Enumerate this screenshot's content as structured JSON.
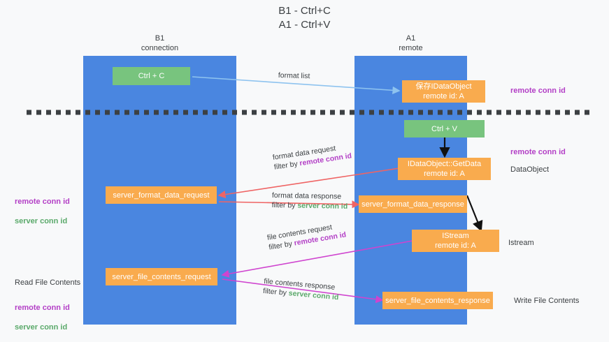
{
  "title": "B1 - Ctrl+C\nA1 - Ctrl+V",
  "lanes": [
    {
      "id": "b1",
      "header": "B1\nconnection"
    },
    {
      "id": "a1",
      "header": "A1\nremote"
    }
  ],
  "nodes": {
    "ctrl_c": "Ctrl + C",
    "save_dataobject": "保存IDataObject\nremote id: A",
    "ctrl_v": "Ctrl + V",
    "getdata": "IDataObject::GetData\nremote id: A",
    "server_format_data_request": "server_format_data_request",
    "server_format_data_response": "server_format_data_response",
    "istream": "IStream\nremote id: A",
    "server_file_contents_request": "server_file_contents_request",
    "server_file_contents_response": "server_file_contents_response"
  },
  "edge_labels": {
    "format_list": "format list",
    "format_data_request": "format data request",
    "format_data_request_filter_prefix": "filter by ",
    "format_data_request_filter_key": "remote conn id",
    "format_data_response": "format data response",
    "format_data_response_filter_prefix": "filter by ",
    "format_data_response_filter_key": "server conn id",
    "file_contents_request": "file contents request",
    "file_contents_request_filter_prefix": "filter by ",
    "file_contents_request_filter_key": "remote conn id",
    "file_contents_response": "file contents response",
    "file_contents_response_filter_prefix": "filter by ",
    "file_contents_response_filter_key": "server conn id"
  },
  "annotations": {
    "right_remote_conn_id_top": "remote conn id",
    "right_remote_conn_id_mid": "remote conn id",
    "right_dataobject": "DataObject",
    "right_istream": "Istream",
    "right_write_file_contents": "Write File Contents",
    "left_remote_conn_id": "remote conn id",
    "left_server_conn_id": "server conn id",
    "left_read_file_contents": "Read File Contents",
    "left_remote_conn_id_2": "remote conn id",
    "left_server_conn_id_2": "server conn id"
  },
  "colors": {
    "lane": "#4a86e0",
    "green": "#78c47e",
    "orange": "#f9ab4e",
    "purple": "#b33fc6",
    "green_text": "#5aa96a",
    "arrow_blue": "#8ec3ef",
    "arrow_red": "#ef6464",
    "arrow_magenta": "#cf44cf",
    "arrow_black": "#111111",
    "background": "#f8f9fa"
  }
}
